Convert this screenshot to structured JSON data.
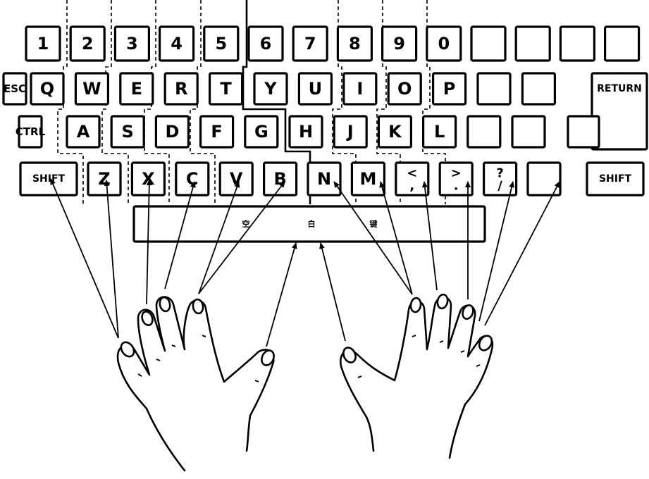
{
  "keyboard": {
    "row1": [
      {
        "id": "key-1",
        "label": "1"
      },
      {
        "id": "key-2",
        "label": "2"
      },
      {
        "id": "key-3",
        "label": "3"
      },
      {
        "id": "key-4",
        "label": "4"
      },
      {
        "id": "key-5",
        "label": "5"
      },
      {
        "id": "key-6",
        "label": "6"
      },
      {
        "id": "key-7",
        "label": "7"
      },
      {
        "id": "key-8",
        "label": "8"
      },
      {
        "id": "key-9",
        "label": "9"
      },
      {
        "id": "key-0",
        "label": "0"
      },
      {
        "id": "key-blank-r1-1",
        "label": ""
      },
      {
        "id": "key-blank-r1-2",
        "label": ""
      },
      {
        "id": "key-blank-r1-3",
        "label": ""
      },
      {
        "id": "key-blank-r1-4",
        "label": ""
      }
    ],
    "row2": [
      {
        "id": "key-esc",
        "label": "ESC"
      },
      {
        "id": "key-q",
        "label": "Q"
      },
      {
        "id": "key-w",
        "label": "W"
      },
      {
        "id": "key-e",
        "label": "E"
      },
      {
        "id": "key-r",
        "label": "R"
      },
      {
        "id": "key-t",
        "label": "T"
      },
      {
        "id": "key-y",
        "label": "Y"
      },
      {
        "id": "key-u",
        "label": "U"
      },
      {
        "id": "key-i",
        "label": "I"
      },
      {
        "id": "key-o",
        "label": "O"
      },
      {
        "id": "key-p",
        "label": "P"
      },
      {
        "id": "key-blank-r2-1",
        "label": ""
      },
      {
        "id": "key-blank-r2-2",
        "label": ""
      },
      {
        "id": "key-return",
        "label": "RETURN"
      }
    ],
    "row3": [
      {
        "id": "key-ctrl",
        "label": "CTRL"
      },
      {
        "id": "key-a",
        "label": "A"
      },
      {
        "id": "key-s",
        "label": "S"
      },
      {
        "id": "key-d",
        "label": "D"
      },
      {
        "id": "key-f",
        "label": "F"
      },
      {
        "id": "key-g",
        "label": "G"
      },
      {
        "id": "key-h",
        "label": "H"
      },
      {
        "id": "key-j",
        "label": "J"
      },
      {
        "id": "key-k",
        "label": "K"
      },
      {
        "id": "key-l",
        "label": "L"
      },
      {
        "id": "key-blank-r3-1",
        "label": ""
      },
      {
        "id": "key-blank-r3-2",
        "label": ""
      },
      {
        "id": "key-blank-r3-3",
        "label": ""
      }
    ],
    "row4": [
      {
        "id": "key-shift-left",
        "label": "SHIFT"
      },
      {
        "id": "key-z",
        "label": "Z"
      },
      {
        "id": "key-x",
        "label": "X"
      },
      {
        "id": "key-c",
        "label": "C"
      },
      {
        "id": "key-v",
        "label": "V"
      },
      {
        "id": "key-b",
        "label": "B"
      },
      {
        "id": "key-n",
        "label": "N"
      },
      {
        "id": "key-m",
        "label": "M"
      },
      {
        "id": "key-comma",
        "label": "<\n,"
      },
      {
        "id": "key-period",
        "label": ">\n."
      },
      {
        "id": "key-slash",
        "label": "?\n/"
      },
      {
        "id": "key-blank-r4-1",
        "label": ""
      },
      {
        "id": "key-shift-right",
        "label": "SHIFT"
      }
    ],
    "spacebar": {
      "label_chars": [
        "空",
        "白",
        "键"
      ]
    }
  }
}
